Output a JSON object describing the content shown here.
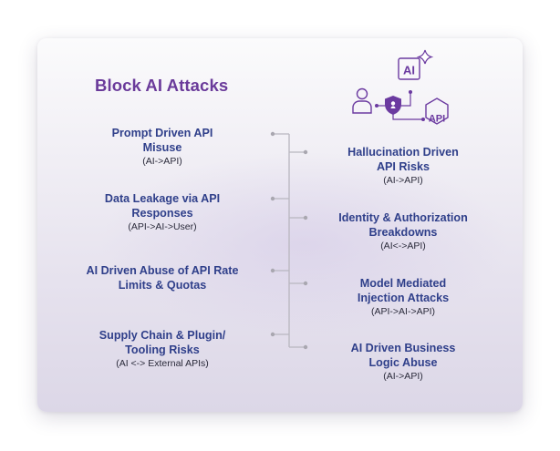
{
  "title": "Block AI Attacks",
  "colors": {
    "title": "#6a3a9a",
    "item_heading": "#2f3f8a",
    "item_sub": "#2a2a3a",
    "connector": "#b8b6bf",
    "icon_purple": "#6b3aa0"
  },
  "hero_icon": {
    "ai_label": "AI",
    "api_label": "API",
    "icons": [
      "user-icon",
      "shield-icon",
      "ai-chip-icon",
      "sparkle-icon",
      "api-hexagon-icon"
    ]
  },
  "left_items": [
    {
      "title_line1": "Prompt Driven API",
      "title_line2": "Misuse",
      "flow": "(AI->API)"
    },
    {
      "title_line1": "Data Leakage via API",
      "title_line2": "Responses",
      "flow": "(API->AI->User)"
    },
    {
      "title_line1": "AI Driven Abuse of API Rate",
      "title_line2": "Limits & Quotas",
      "flow": ""
    },
    {
      "title_line1": "Supply Chain & Plugin/",
      "title_line2": "Tooling Risks",
      "flow": "(AI <-> External APIs)"
    }
  ],
  "right_items": [
    {
      "title_line1": "Hallucination Driven",
      "title_line2": "API Risks",
      "flow": "(AI->API)"
    },
    {
      "title_line1": "Identity & Authorization",
      "title_line2": "Breakdowns",
      "flow": "(AI<->API)"
    },
    {
      "title_line1": "Model Mediated",
      "title_line2": "Injection Attacks",
      "flow": "(API->AI->API)"
    },
    {
      "title_line1": "AI Driven Business",
      "title_line2": "Logic Abuse",
      "flow": "(AI->API)"
    }
  ]
}
